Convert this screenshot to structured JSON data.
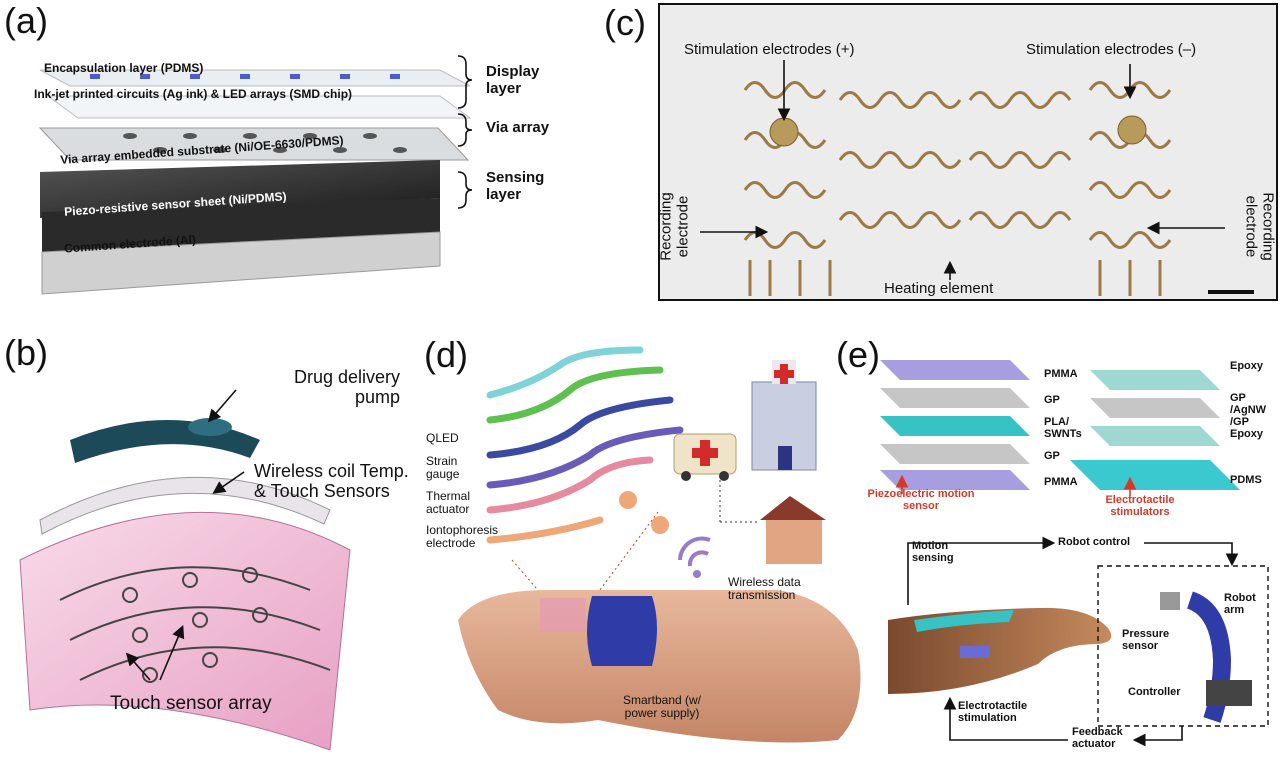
{
  "panels": {
    "a": "(a)",
    "b": "(b)",
    "c": "(c)",
    "d": "(d)",
    "e": "(e)"
  },
  "a": {
    "encapsulation": "Encapsulation layer (PDMS)",
    "inkjet": "Ink-jet printed circuits (Ag ink) & LED arrays (SMD chip)",
    "via_substrate": "Via array embedded substrate (Ni/OE-6630/PDMS)",
    "piezo": "Piezo-resistive sensor sheet (Ni/PDMS)",
    "common": "Common electrode (Al)",
    "display_layer": "Display layer",
    "via_array": "Via array",
    "sensing_layer": "Sensing layer"
  },
  "b": {
    "drug": "Drug delivery pump",
    "wireless": "Wireless coil Temp. & Touch Sensors",
    "touch": "Touch sensor array"
  },
  "c": {
    "stim_plus": "Stimulation electrodes (+)",
    "stim_minus": "Stimulation electrodes (–)",
    "rec_left": "Recording electrode",
    "rec_right": "Recording electrode",
    "heating": "Heating element"
  },
  "d": {
    "qled": "QLED",
    "strain": "Strain gauge",
    "thermal": "Thermal actuator",
    "ionto": "Iontophoresis electrode",
    "wireless": "Wireless data transmission",
    "smartband": "Smartband (w/ power supply)"
  },
  "e": {
    "pmma1": "PMMA",
    "gp1": "GP",
    "pla": "PLA/ SWNTs",
    "gp2": "GP",
    "pmma2": "PMMA",
    "piezo_sensor": "Piezoelectric motion sensor",
    "epoxy1": "Epoxy",
    "gp_agnw": "GP /AgNW /GP",
    "epoxy2": "Epoxy",
    "pdms": "PDMS",
    "electrotactile_stim": "Electrotactile stimulators",
    "motion_sensing": "Motion sensing",
    "robot_control": "Robot control",
    "robot_arm": "Robot arm",
    "pressure_sensor": "Pressure sensor",
    "controller": "Controller",
    "electrotactile_stimulation": "Electrotactile stimulation",
    "feedback": "Feedback actuator"
  },
  "colors": {
    "pcb_pink": "#f3c6dc",
    "dark_layer": "#2b2b2b",
    "wire_bronze": "#9c7a45",
    "teal": "#37c3c3",
    "purple": "#8f8fd6",
    "band_blue": "#2f3ca8",
    "skin": "#d8a488",
    "red_label": "#d23a2a"
  }
}
